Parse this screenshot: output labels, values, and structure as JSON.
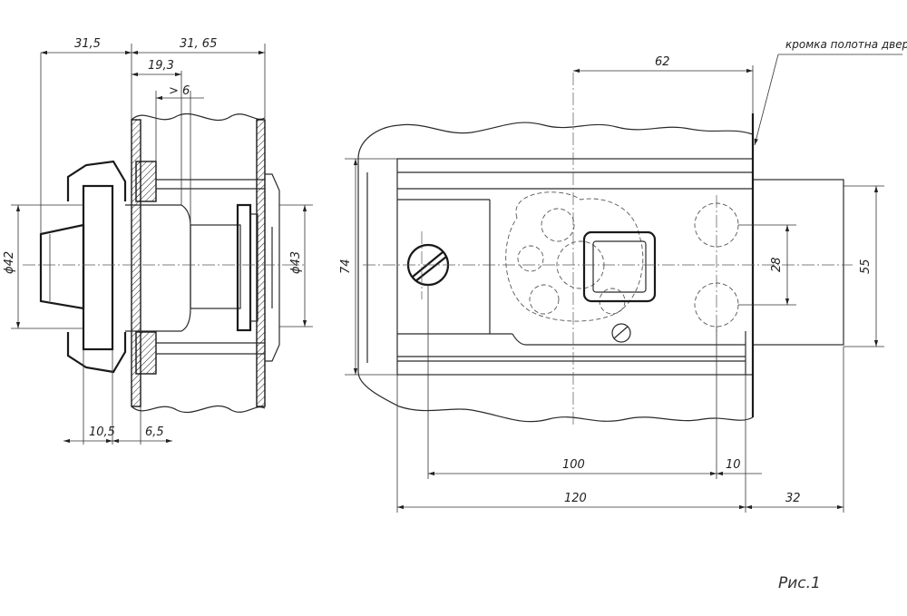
{
  "dimensions": {
    "d31_5": "31,5",
    "d31_65": "31, 65",
    "d19_3": "19,3",
    "dgt6": "> 6",
    "phi42": "ϕ42",
    "phi43": "ϕ43",
    "d10_5": "10,5",
    "d6_5": "6,5",
    "d62": "62",
    "d74": "74",
    "d28": "28",
    "d55": "55",
    "d100": "100",
    "d10": "10",
    "d120": "120",
    "d32": "32"
  },
  "annotation": "кромка полотна двери",
  "figure_label": "Рис.1"
}
